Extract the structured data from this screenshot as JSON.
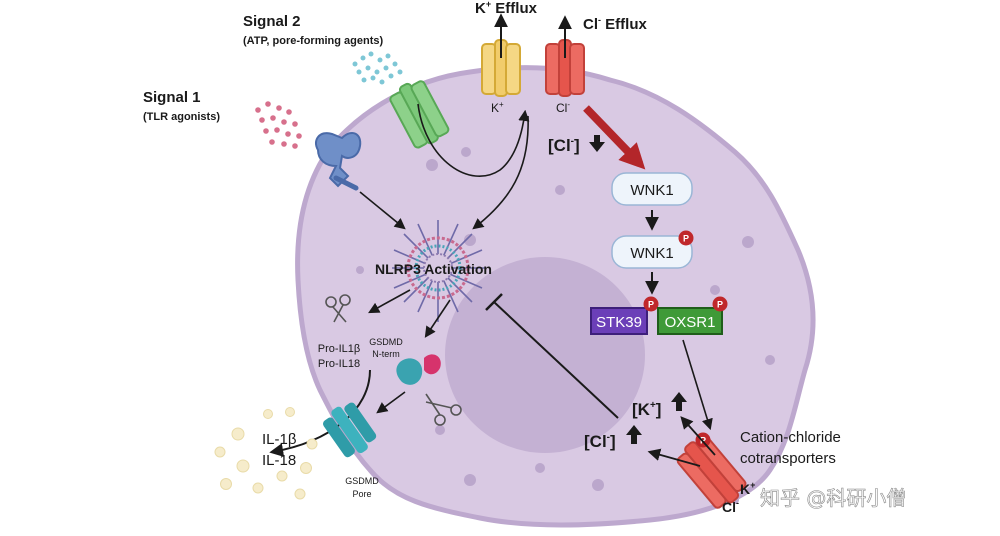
{
  "signals": {
    "signal2_title": "Signal 2",
    "signal2_sub": "(ATP, pore-forming agents)",
    "signal1_title": "Signal 1",
    "signal1_sub": "(TLR agonists)"
  },
  "efflux": {
    "k_label": "K",
    "k_sup": "+",
    "k_suffix": " Efflux",
    "cl_label": "Cl",
    "cl_sup": "-",
    "cl_suffix": " Efflux",
    "k_channel_ion": "K",
    "k_channel_sup": "+",
    "cl_channel_ion": "Cl",
    "cl_channel_sup": "-"
  },
  "cl_conc": {
    "open": "[Cl",
    "sup": "-",
    "close": "]"
  },
  "pathway": {
    "wnk1_a": "WNK1",
    "wnk1_b": "WNK1",
    "stk39": "STK39",
    "oxsr1": "OXSR1",
    "p": "P"
  },
  "nlrp3": "NLRP3 Activation",
  "cytokines": {
    "pro1": "Pro-IL1β",
    "pro2": "Pro-IL18",
    "il1b": "IL-1β",
    "il18": "IL-18"
  },
  "gsdmd": {
    "nterm1": "GSDMD",
    "nterm2": "N-term",
    "pore1": "GSDMD",
    "pore2": "Pore"
  },
  "cotransport": {
    "line1": "Cation-chloride",
    "line2": "cotransporters",
    "k_ion": "K",
    "k_sup": "+",
    "cl_ion": "Cl",
    "cl_sup": "-",
    "k_up": "[K",
    "k_up_sup": "+",
    "k_up_close": "]",
    "cl_up": "[Cl",
    "cl_up_sup": "-",
    "cl_up_close": "]"
  },
  "watermark": "知乎 @科研小僧",
  "colors": {
    "cell": "#d9c9e3",
    "nucleus": "#c4b1d3",
    "red_arrow": "#b3262a",
    "wnk_fill": "#eef4fb",
    "stk39": "#6b3fb8",
    "oxsr1": "#3f9a38",
    "phospho": "#c0282b"
  }
}
